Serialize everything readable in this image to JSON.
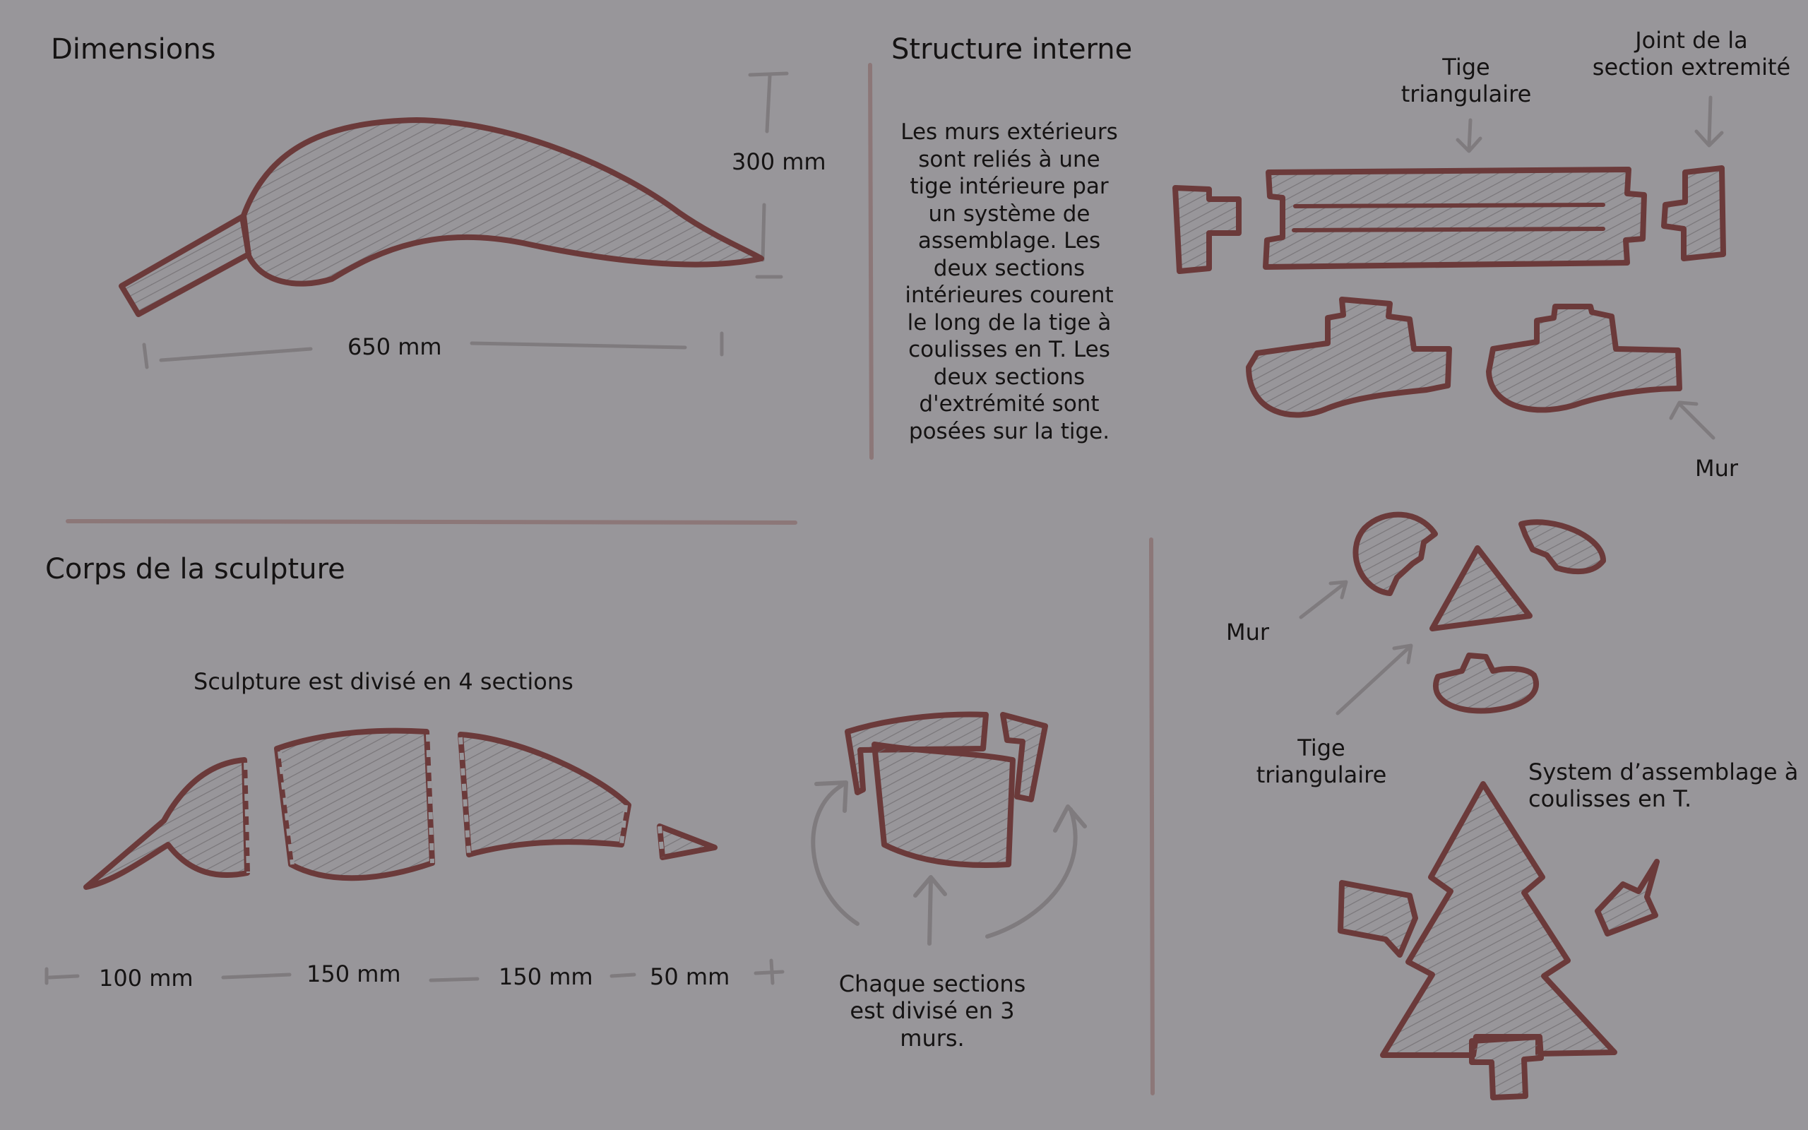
{
  "titles": {
    "dimensions": "Dimensions",
    "structure": "Structure interne",
    "corps": "Corps de la sculpture"
  },
  "dimensions": {
    "height": "300 mm",
    "length": "650 mm"
  },
  "structure": {
    "description_lines": [
      "Les murs extérieurs",
      "sont reliés à une",
      "tige intérieure par",
      "un système de",
      "assemblage. Les",
      "deux sections",
      "intérieures courent",
      "le long de la tige à",
      "coulisses en T. Les",
      "deux sections",
      "d'extrémité sont",
      "posées sur la tige."
    ],
    "tige_label_lines": [
      "Tige",
      "triangulaire"
    ],
    "joint_label_lines": [
      "Joint de la",
      "section extremité"
    ],
    "mur_label": "Mur"
  },
  "corps": {
    "sections_label": "Sculpture est divisé en 4 sections",
    "section_dims": [
      "100 mm",
      "150 mm",
      "150 mm",
      "50 mm"
    ],
    "walls_label_lines": [
      "Chaque sections",
      "est divisé en 3",
      "murs."
    ]
  },
  "cross_section": {
    "mur_label": "Mur",
    "tige_label_lines": [
      "Tige",
      "triangulaire"
    ],
    "system_label_lines": [
      "System d’assemblage à",
      "coulisses en T."
    ]
  },
  "colors": {
    "background": "#98969a",
    "stroke": "#6b3a3a",
    "guide": "#7f7b7e",
    "divider": "#8c7778",
    "text": "#151313"
  }
}
